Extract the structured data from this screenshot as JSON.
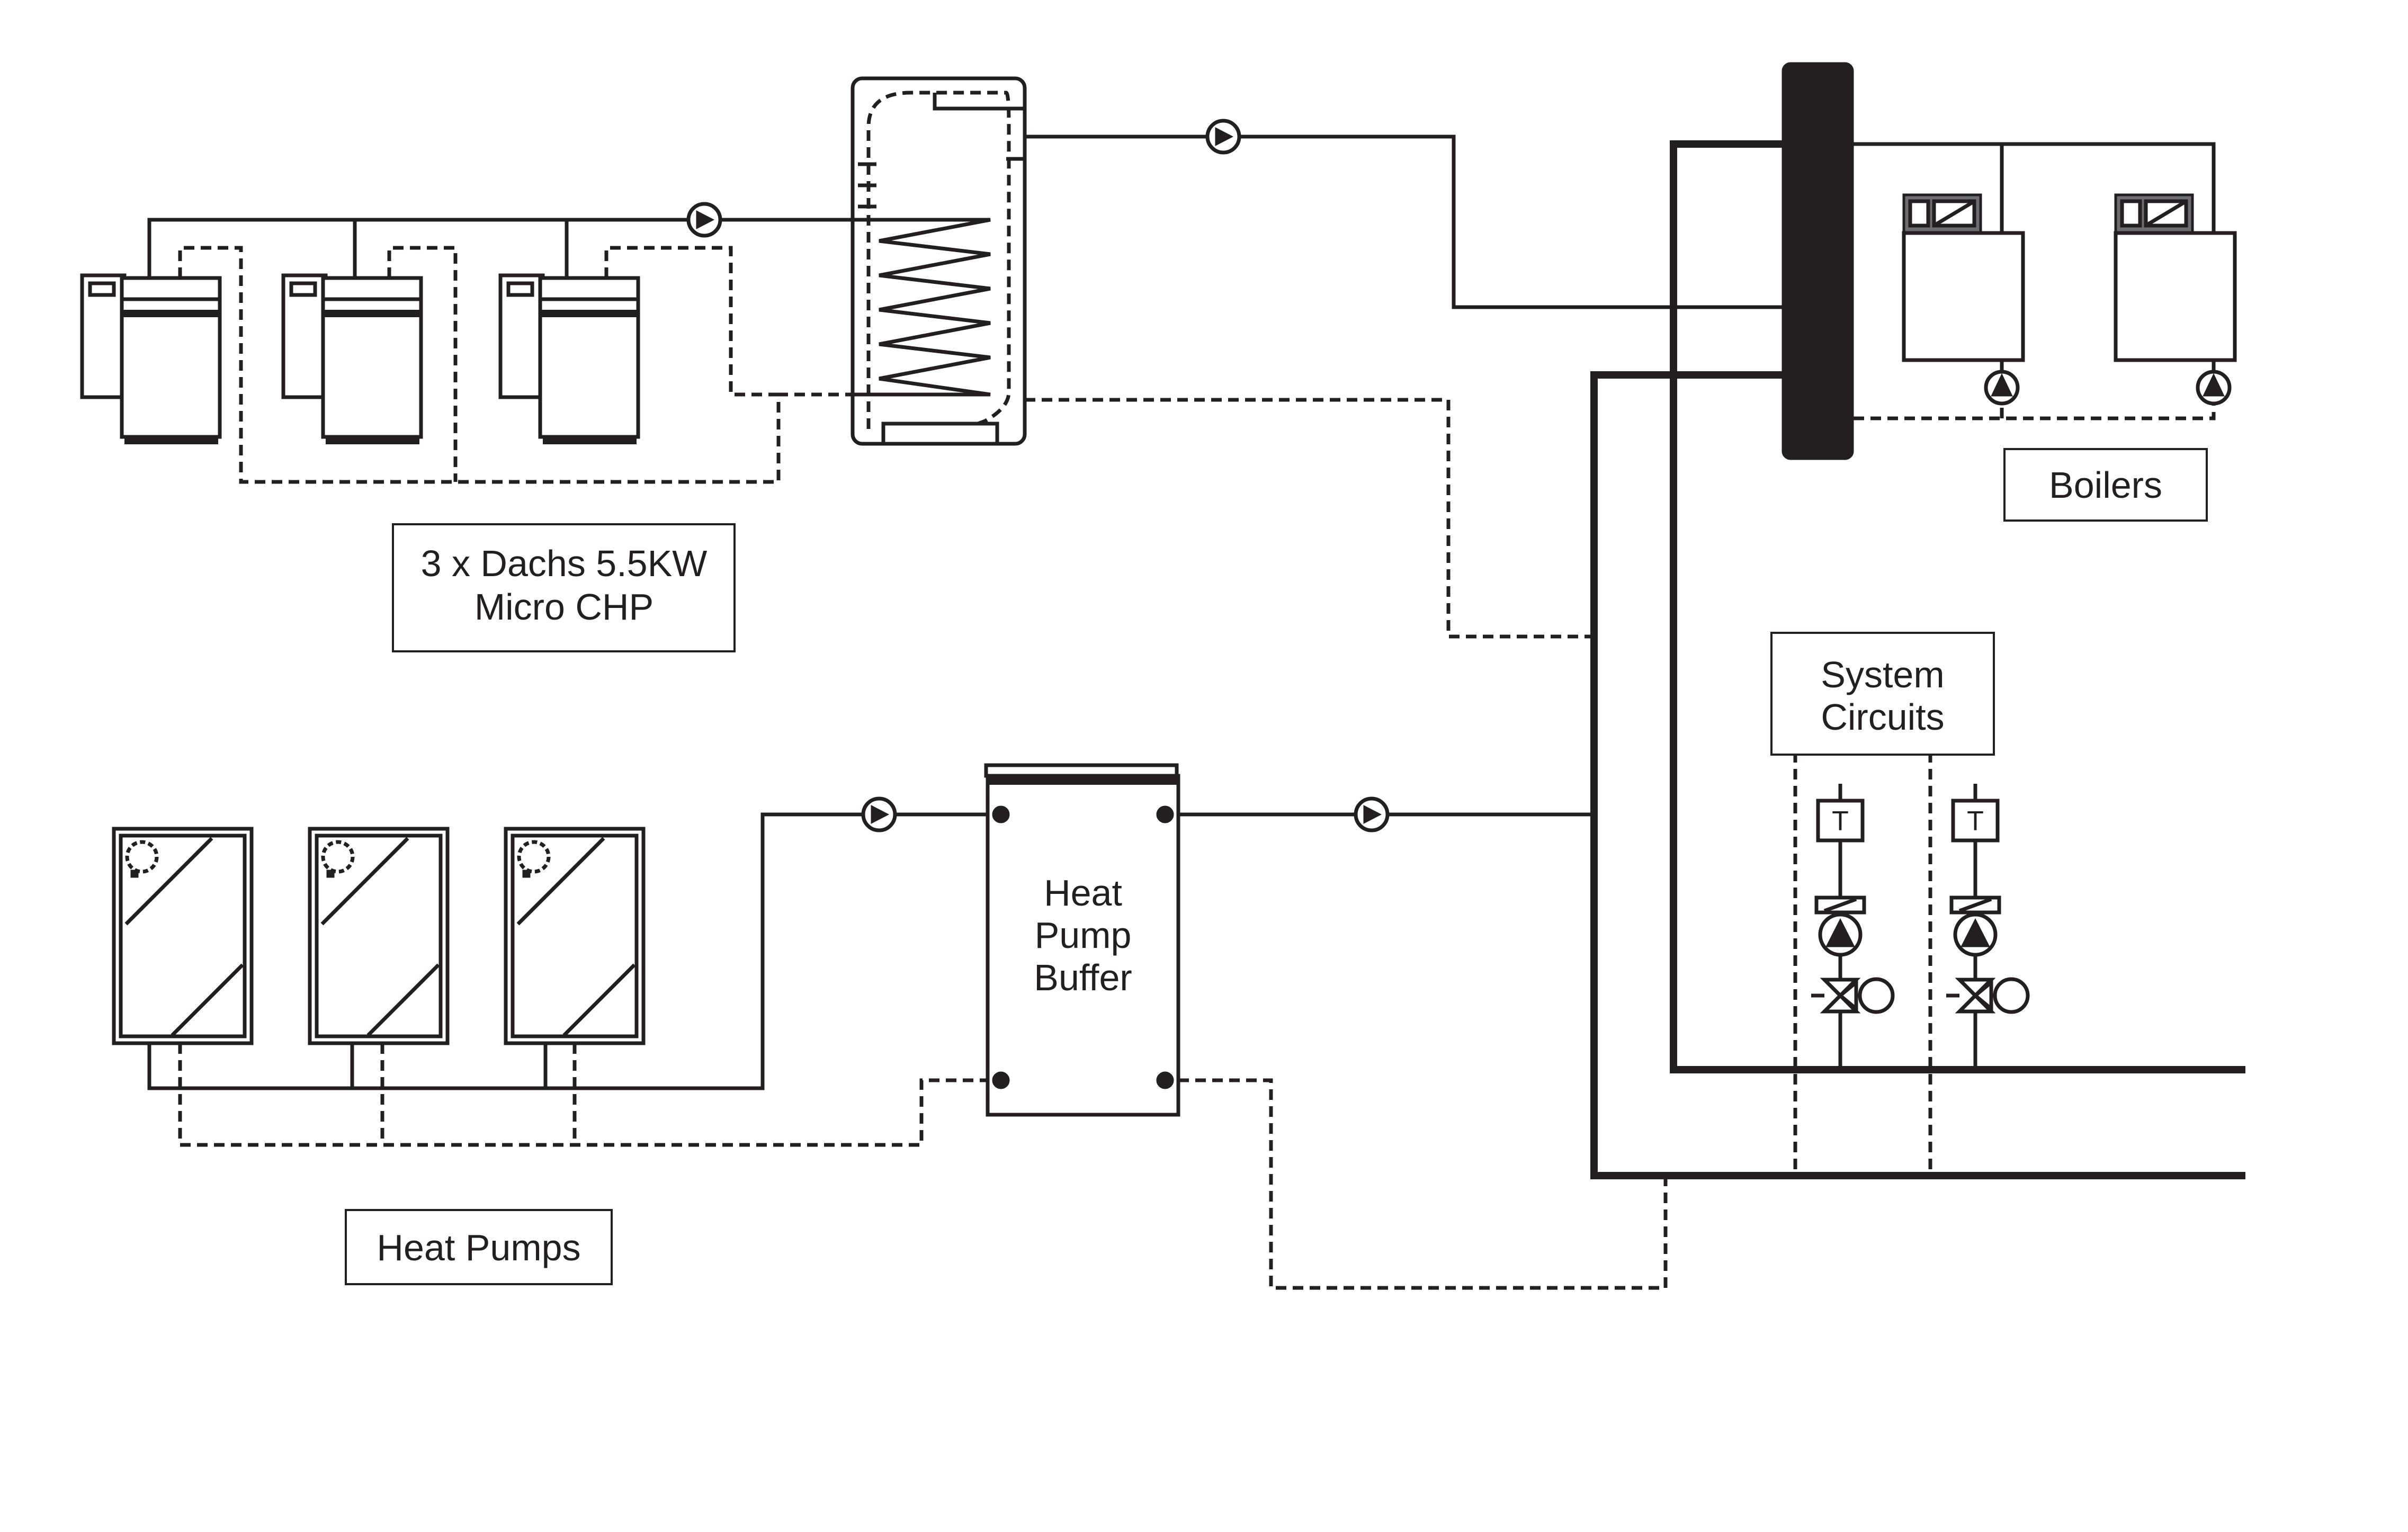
{
  "labels": {
    "chp": [
      "3 x Dachs 5.5KW",
      "Micro CHP"
    ],
    "heat_pumps": "Heat Pumps",
    "buffer": [
      "Heat",
      "Pump",
      "Buffer"
    ],
    "boilers": "Boilers",
    "system_circuits": [
      "System",
      "Circuits"
    ],
    "thermostat_symbol": "T"
  }
}
